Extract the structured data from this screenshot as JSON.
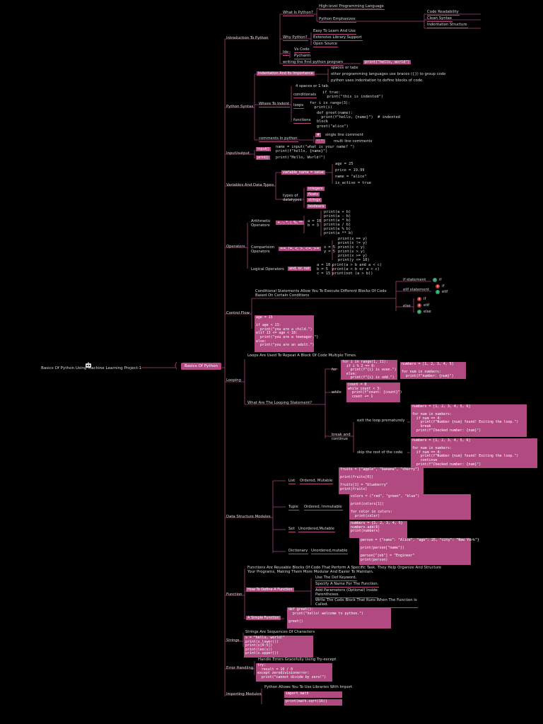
{
  "root": {
    "title": "Basics Of Python Using Machine Learning Project-1",
    "center": "Basics Of Python"
  },
  "intro": {
    "label": "Introduction To Python",
    "what_is": "What Is Python?",
    "high_level": "High-level Programming Language",
    "emphasizes": "Python Emphasizes",
    "emph": [
      "Code Readability",
      "Clean Syntax",
      "Indentation Structure"
    ],
    "why": "Why Python?",
    "why_items": [
      "Easy To Learn And Use",
      "Extensive Library Support",
      "Open Source"
    ],
    "ide": "Ide",
    "ide_items": [
      "Vs Code",
      "Pycharm"
    ],
    "first": "writing the first python program",
    "first_code": "print(\"hello, world\")"
  },
  "syntax": {
    "label": "Python Syntax",
    "indent_imp": "Indentation And Its Importance",
    "imp_items": [
      "spaces or tabs",
      "other programming languages use braces ({}) to group code",
      "python uses indentation to define blocks of code."
    ],
    "where": "Where To Indent",
    "where_top": "4 spaces or 1 tab.",
    "conditionals": "conditionals",
    "cond_code": "if true:\n  print(\"this is indented\")",
    "loops": "loops",
    "loops_code": "for i in range(3):\n  print(i)",
    "functions": "functions",
    "func_code": "def greet(name):\n  print(f\"hello, {name}\")  # indented\nblock\ngreet(\"alice\")",
    "comments": "comments in python",
    "c1_tag": "#",
    "c1": "single line comment",
    "c2_tag": "''' '''",
    "c2": "multi line comments"
  },
  "io": {
    "label": "Input/output",
    "input_tag": "input()",
    "input_code": "name = input(\"what is your name? \")\nprint(f\"hello, {name}\")",
    "print_tag": "print()",
    "print_code": "print(\"Hello, World!\")"
  },
  "vars": {
    "label": "Variables And Data Types",
    "assign": "variable_name = value",
    "assign_items": [
      "age = 25",
      "price = 19.99",
      "name = \"alice\"",
      "is_active = true"
    ],
    "types": "types of\ndatatypes",
    "type_items": [
      "integers",
      "floats",
      "strings",
      "booleans"
    ]
  },
  "ops": {
    "label": "Operators",
    "arith": "Arithmetic\nOperators",
    "arith_tag": "+, -, *, /, %, **",
    "arith_vals": "a = 10\nb = 3",
    "arith_code": [
      "print(a + b)",
      "print(a - b)",
      "print(a * b)",
      "print(a / b)",
      "print(a % b)",
      "print(a ** b)"
    ],
    "comp": "Comparision\nOperators",
    "comp_tag": "==, !=, <, >, <=, >=",
    "comp_vals": "x = 5\ny = 5",
    "comp_code": [
      "print(x == y)",
      "print(x != y)",
      "print(x < y)",
      "print(x > y)",
      "print(x >= y)",
      "print(y <= 10)"
    ],
    "logic": "Logical Operators",
    "logic_tag": "and, or, not",
    "logic_vals": "a = 10\nb = 5\nc = 15",
    "logic_code": [
      "print(a > b and a < c)",
      "print(a < b or a < c)",
      "print(not (a > b))"
    ]
  },
  "control": {
    "label": "Control Flow",
    "desc": "Conditional Statements Allow You To Execute Different Blocks Of Code\nBased On Certain Conditions",
    "if_stmt": "if statement",
    "elif_stmt": "elif statement",
    "else_stmt": "else",
    "if_word": "if",
    "elif_word": "elif",
    "else_word": "else",
    "code": "age = 15\n\nif age < 13:\n  print(\"you are a child.\")\nelif 13 <= age < 18:\n  print(\"you are a teenager.\")\nelse:\n  print(\"you are an adult.\")"
  },
  "looping": {
    "label": "Looping",
    "desc": "Loops Are Used To Repeat A Block Of Code Multiple Times.",
    "what": "What Are The Looping Statement?",
    "for": "for",
    "for_code": "for i in range(1, 11):\n  if i % 2 == 0:\n    print(f\"{i} is even.\")\n  else:\n    print(f\"{i} is odd.\")",
    "for_code2": "numbers = [1, 2, 3, 4, 5]\n\nfor num in numbers:\n  print(f\"number: {num}\")",
    "while": "while",
    "while_code": "count = 0\nwhile count < 3:\n  print(f\"count: {count}\")\n  count += 1",
    "bc": "break and\ncontinue",
    "exit": "exit the loop prematurely",
    "exit_code": "numbers = [1, 2, 3, 4, 5, 6]\n\nfor num in numbers:\n  if num == 4:\n    print(f\"Number {num} found! Exiting the loop.\")\n    break\n  print(f\"Checked number: {num}\")",
    "skip": "skip the rest of the code",
    "skip_code": "numbers = [1, 2, 3, 4, 5, 6]\n\nfor num in numbers:\n  if num == 4:\n    print(f\"Number {num} found! Exiting the loop.\")\n    continue\n  print(f\"Checked number: {num}\")"
  },
  "ds": {
    "label": "Data Structure Modules",
    "list": "List",
    "list_d": "Ordered, Mutable",
    "list_code": "fruits = [\"apple\", \"banana\", \"cherry\"]\n\nprint(fruits[0])\n\nfruits[1] = \"blueberry\"\nprint(fruits)",
    "tuple": "Tuple",
    "tuple_d": "Ordered, Immutable",
    "tuple_code": "colors = (\"red\", \"green\", \"blue\")\n\nprint(colors[1])\n\nfor color in colors:\n  print(color)",
    "set": "Set",
    "set_d": "Unordered,Mutable",
    "set_code": "numbers = {1, 2, 3, 4, 5}\nnumbers.add(6)\nprint(numbers)",
    "dict": "Dictionary",
    "dict_d": "Unordered,mutable",
    "dict_code": "person = {\"name\": \"Alice\", \"age\": 25, \"city\": \"New York\"}\n\nprint(person[\"name\"])\n\nperson[\"job\"] = \"Engineer\"\nprint(person)"
  },
  "func": {
    "label": "Function",
    "desc": "Functions Are Reusable Blocks Of Code That Perform A Specific Task. They Help Organize And Structure\nYour Programs, Making Them More Modular And Easier To Maintain.",
    "how": "How To Define A Function",
    "steps": [
      "Use The Def Keyword.",
      "Specify A Name For The Function.",
      "Add Parameters (Optional) Inside\nParentheses.",
      "Write The Code Block That Runs When The Function Is\nCalled."
    ],
    "simple": "A Simple Function",
    "code": "def greet():\n  print(\"hello! welcome to python.\")\n\ngreet()"
  },
  "strings": {
    "label": "Strings",
    "desc": "Strings Are Sequences Of Characters",
    "code": "s = \"hello, world!\"\nprint(s.lower())\nprint(s[0:5])\nprint(len(s))\nprint(s.upper())"
  },
  "err": {
    "label": "Error Handling",
    "desc": "Handle Errors Gracefully Using Try-except",
    "code": "try:\n  result = 10 / 0\nexcept zerodivisionerror:\n  print(\"cannot divide by zero!\")"
  },
  "imp": {
    "label": "Importing Modules",
    "desc": "Python Allows You To Use Libraries With Import",
    "code1": "import math",
    "code2": "print(math.sqrt(16))"
  },
  "colors": {
    "accent": "#b24a82",
    "line": "#a8447a",
    "bg": "#000000",
    "green": "#2e9e6a",
    "red": "#c0392b"
  }
}
